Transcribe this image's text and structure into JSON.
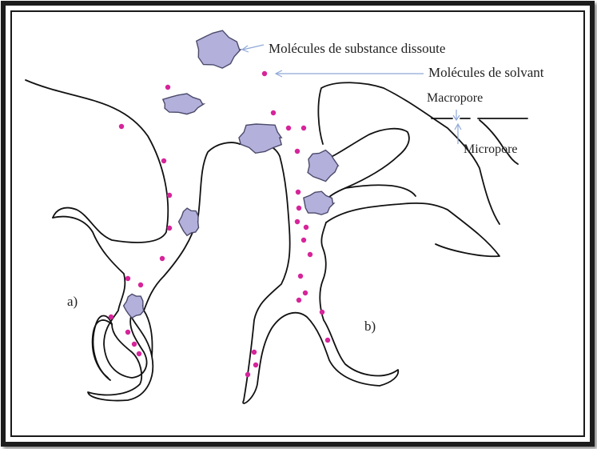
{
  "labels": {
    "solute": "Molécules de substance dissoute",
    "solvent": "Molécules de solvant",
    "macropore": "Macropore",
    "micropore": "Micropore",
    "pore_a": "a)",
    "pore_b": "b)"
  },
  "colors": {
    "background": "#ffffff",
    "frame": "#1a1a1a",
    "wall": "#111111",
    "solute_blob": "#b4b0dc",
    "solvent_dot": "#d6249a",
    "arrow": "#8fa8d8"
  }
}
